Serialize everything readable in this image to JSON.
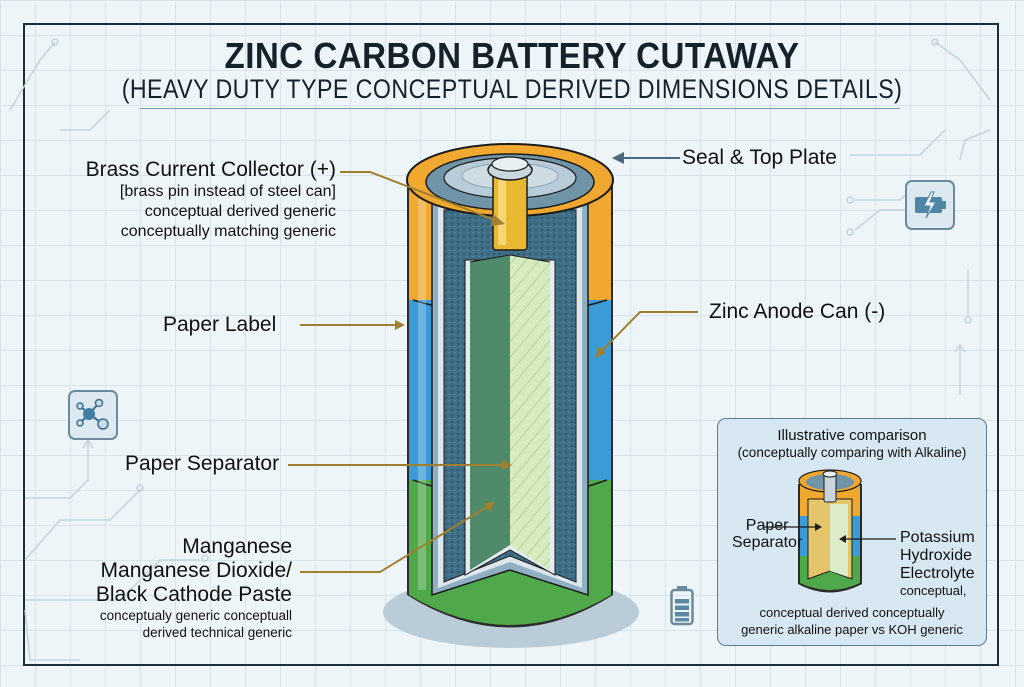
{
  "title": "ZINC CARBON BATTERY CUTAWAY",
  "subtitle": "(HEAVY DUTY TYPE CONCEPTUAL DERIVED DIMENSIONS DETAILS)",
  "labels": {
    "brass_collector": {
      "title": "Brass Current Collector (+)",
      "lines": [
        "[brass pin instead of steel can]",
        "conceptual derived generic",
        "conceptually matching generic"
      ]
    },
    "seal_top_plate": "Seal & Top Plate",
    "paper_label": "Paper Label",
    "zinc_anode": "Zinc Anode Can (-)",
    "paper_separator": "Paper Separator",
    "cathode": {
      "lines": [
        "Manganese",
        "Manganese Dioxide/",
        "Black Cathode Paste"
      ],
      "notes": [
        "conceptualy generic conceptuall",
        "derived technical generic"
      ]
    }
  },
  "inset": {
    "title": "Illustrative comparison",
    "subtitle": "(conceptually comparing with Alkaline)",
    "left_label": [
      "Paper",
      "Separator"
    ],
    "right_label": [
      "Potassium",
      "Hydroxide",
      "Electrolyte"
    ],
    "notes": [
      "conceptual,",
      "conceptual derived conceptually",
      "generic alkaline paper vs KOH generic"
    ]
  },
  "icons": [
    "battery-charging-icon",
    "molecule-icon",
    "battery-level-icon"
  ],
  "colors": {
    "label_top": "#f0a830",
    "label_mid": "#3a9bd6",
    "label_bottom": "#4fa84a",
    "zinc": "#8fb0c2",
    "cathode": "#3f6f86",
    "separator": "#cfe6b8",
    "core_green": "#4f8a6a",
    "brass": "#e8b830",
    "arrow": "#a08030"
  }
}
